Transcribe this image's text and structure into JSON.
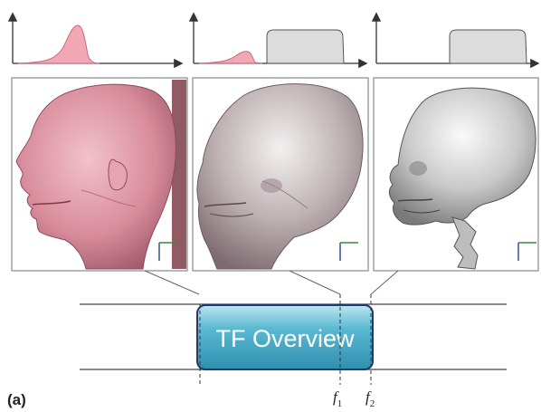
{
  "figure": {
    "panel_label": "(a)",
    "overview_label": "TF Overview",
    "markers": [
      {
        "symbol": "f",
        "subscript": "1"
      },
      {
        "symbol": "f",
        "subscript": "2"
      }
    ]
  },
  "transfer_functions": [
    {
      "curves": [
        {
          "kind": "peak",
          "fill": "#f1a7b4",
          "stroke": "#c96a7d"
        }
      ]
    },
    {
      "curves": [
        {
          "kind": "peak-small",
          "fill": "#f1a7b4",
          "stroke": "#c96a7d"
        },
        {
          "kind": "plateau",
          "fill": "#dcdcdc",
          "stroke": "#555555"
        }
      ]
    },
    {
      "curves": [
        {
          "kind": "plateau",
          "fill": "#dcdcdc",
          "stroke": "#555555"
        }
      ]
    }
  ],
  "renderings": [
    {
      "subject": "head-skin",
      "tint": "#d98a9a"
    },
    {
      "subject": "head-skin-and-skull",
      "tint": "#c8b8b8"
    },
    {
      "subject": "skull",
      "tint": "#d0d0d0"
    }
  ],
  "colors": {
    "overview_fill": "#49aeca",
    "overview_fill_light": "#9bdcec",
    "overview_border": "#1f3a6b",
    "axis": "#333333"
  }
}
